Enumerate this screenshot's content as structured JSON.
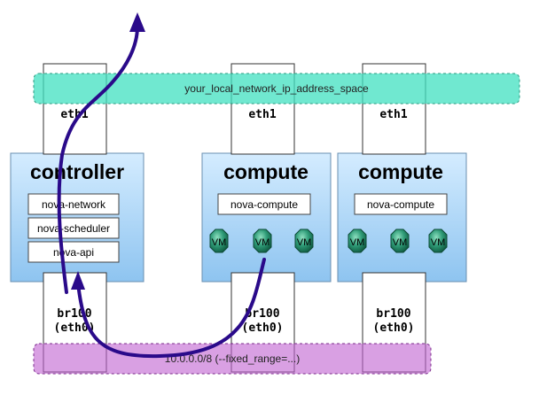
{
  "networks": {
    "public": {
      "label": "your_local_network_ip_address_space",
      "color": "#40e0c0"
    },
    "private": {
      "label": "10.0.0.0/8 (--fixed_range=...)",
      "color": "#c060d0"
    }
  },
  "controller": {
    "title": "controller",
    "services": [
      "nova-network",
      "nova-scheduler",
      "nova-api"
    ],
    "eth1": "eth1",
    "br100": [
      "br100",
      "(eth0)"
    ]
  },
  "compute_nodes": [
    {
      "title": "compute",
      "service": "nova-compute",
      "vms": [
        "VM",
        "VM",
        "VM"
      ],
      "eth1": "eth1",
      "br100": [
        "br100",
        "(eth0)"
      ]
    },
    {
      "title": "compute",
      "service": "nova-compute",
      "vms": [
        "VM",
        "VM",
        "VM"
      ],
      "eth1": "eth1",
      "br100": [
        "br100",
        "(eth0)"
      ]
    }
  ],
  "colors": {
    "node_fill": "#b8dcfa",
    "arrow": "#2a0a8a",
    "vm": "#2a8a6a"
  }
}
